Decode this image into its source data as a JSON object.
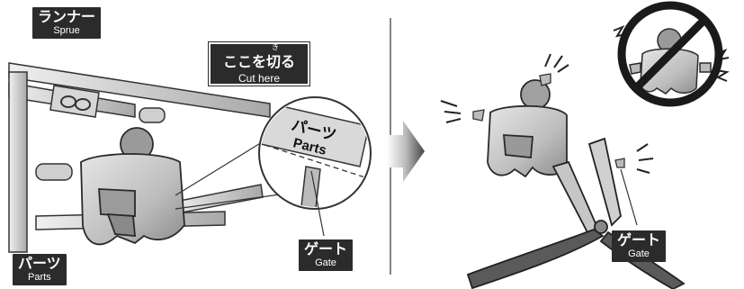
{
  "labels": {
    "sprue": {
      "jp": "ランナー",
      "en": "Sprue"
    },
    "cut_here": {
      "jp": "ここを切る",
      "ruby": "き",
      "en": "Cut here"
    },
    "parts_inset": {
      "jp": "パーツ",
      "en": "Parts"
    },
    "parts_bottom": {
      "jp": "パーツ",
      "en": "Parts"
    },
    "gate_left": {
      "jp": "ゲート",
      "en": "Gate"
    },
    "gate_right": {
      "jp": "ゲート",
      "en": "Gate"
    }
  },
  "colors": {
    "label_bg": "#2b2b2b",
    "part_gray": "#b8b8b8",
    "pliers_dark": "#5a5a5a",
    "arrow": "#555555"
  }
}
